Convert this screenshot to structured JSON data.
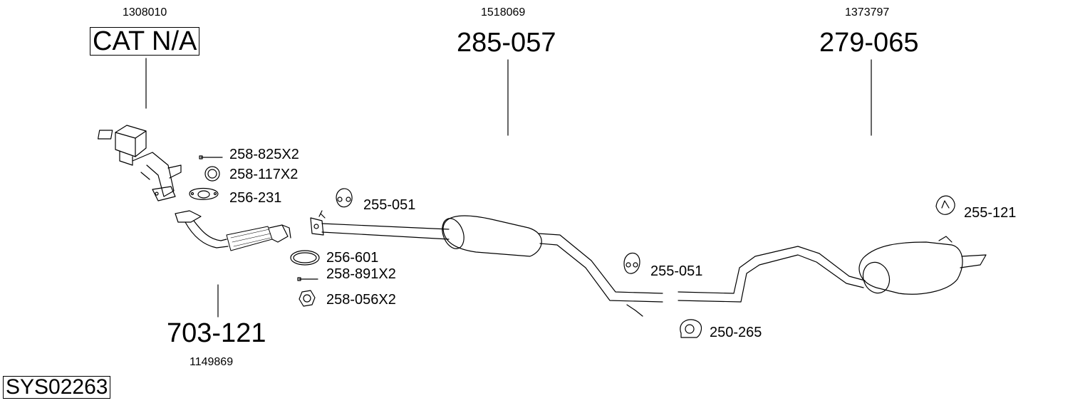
{
  "diagram": {
    "system_code": "SYS02263",
    "main_parts": [
      {
        "code": "CAT N/A",
        "ref": "1308010"
      },
      {
        "code": "285-057",
        "ref": "1518069"
      },
      {
        "code": "279-065",
        "ref": "1373797"
      },
      {
        "code": "703-121",
        "ref": "1149869"
      }
    ],
    "small_parts": [
      "258-825X2",
      "258-117X2",
      "256-231",
      "255-051",
      "256-601",
      "258-891X2",
      "258-056X2",
      "255-051",
      "250-265",
      "255-121"
    ]
  }
}
